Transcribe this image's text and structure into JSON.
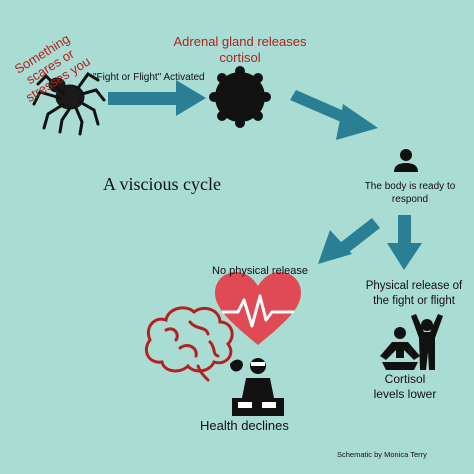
{
  "labels": {
    "trigger_line1": "Something",
    "trigger_line2": "scares or",
    "trigger_line3": "stresses you",
    "fight_flight": "\"Fight or Flight\" Activated",
    "adrenal_line1": "Adrenal gland releases",
    "adrenal_line2": "cortisol",
    "title": "A viscious cycle",
    "ready_line1": "The body is ready to",
    "ready_line2": "respond",
    "no_release": "No physical release",
    "physical_line1": "Physical release of",
    "physical_line2": "the fight or flight",
    "cortisol_line1": "Cortisol",
    "cortisol_line2": "levels lower",
    "health": "Health declines",
    "credit": "Schematic by Monica Terry"
  },
  "colors": {
    "background": "#a9dcd2",
    "arrow": "#2b7f95",
    "accent_red": "#b22222",
    "heart": "#e04a55",
    "icon": "#111111"
  },
  "icons": [
    "spider-icon",
    "adrenal-gland-icon",
    "person-icon",
    "heart-rate-icon",
    "brain-icon",
    "sick-person-icon",
    "meditation-icon",
    "cheering-person-icon"
  ]
}
